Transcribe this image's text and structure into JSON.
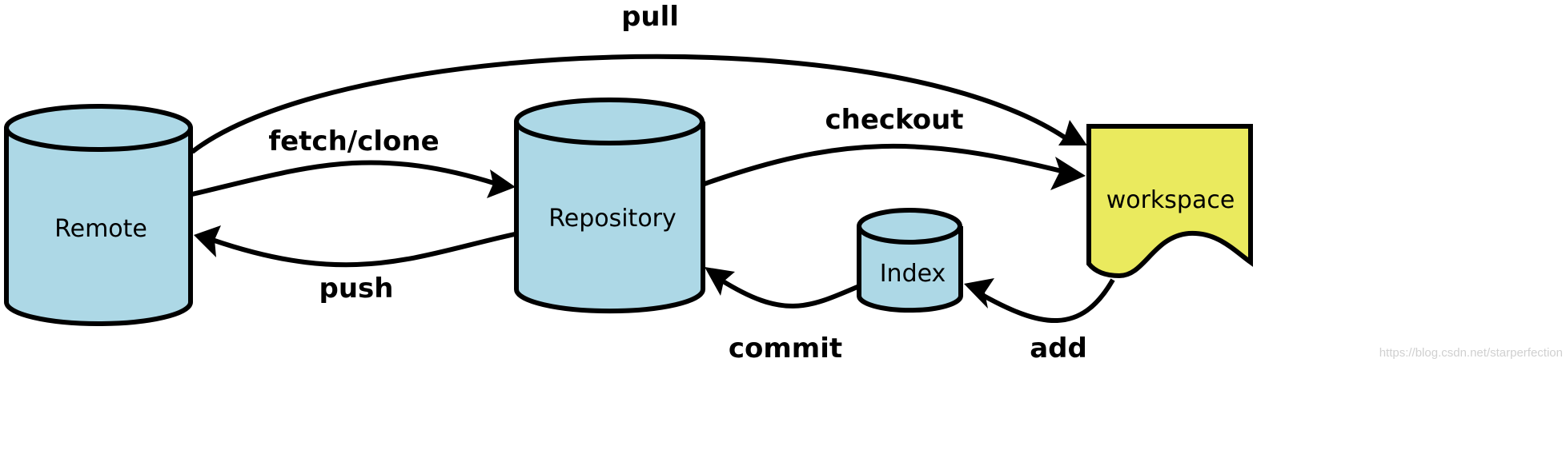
{
  "nodes": {
    "remote": {
      "label": "Remote",
      "color": "#add8e6",
      "shape": "cylinder"
    },
    "repository": {
      "label": "Repository",
      "color": "#add8e6",
      "shape": "cylinder"
    },
    "index": {
      "label": "Index",
      "color": "#add8e6",
      "shape": "cylinder"
    },
    "workspace": {
      "label": "workspace",
      "color": "#eaea5e",
      "shape": "document"
    }
  },
  "edges": {
    "pull": {
      "label": "pull",
      "from": "Remote",
      "to": "workspace"
    },
    "fetch_clone": {
      "label": "fetch/clone",
      "from": "Remote",
      "to": "Repository"
    },
    "push": {
      "label": "push",
      "from": "Repository",
      "to": "Remote"
    },
    "checkout": {
      "label": "checkout",
      "from": "Repository",
      "to": "workspace"
    },
    "commit": {
      "label": "commit",
      "from": "Index",
      "to": "Repository"
    },
    "add": {
      "label": "add",
      "from": "workspace",
      "to": "Index"
    }
  },
  "watermark": "https://blog.csdn.net/starperfection"
}
